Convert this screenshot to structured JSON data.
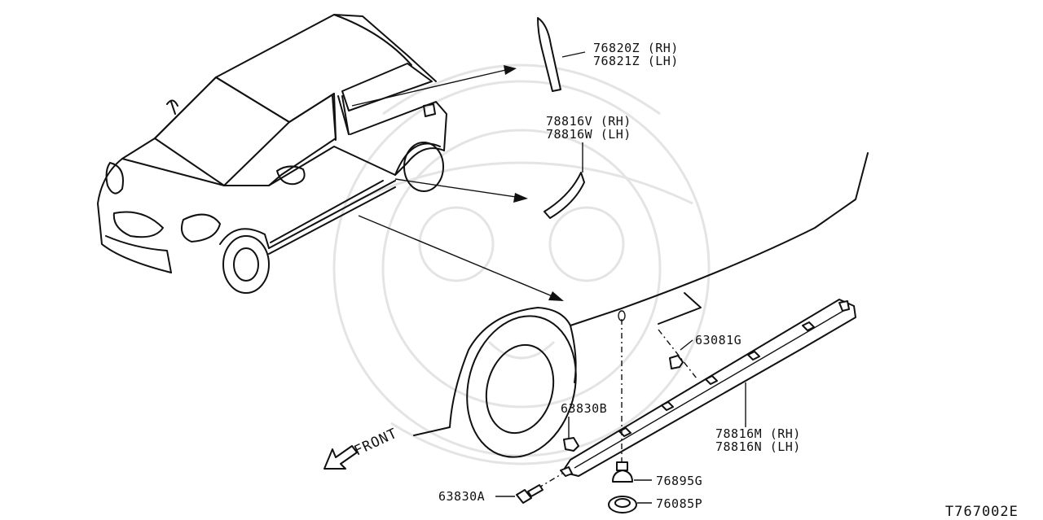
{
  "diagram_code": "T767002E",
  "front_label": "FRONT",
  "parts": {
    "pillar_finisher": {
      "rh": "76820Z (RH)",
      "lh": "76821Z (LH)"
    },
    "wheel_arch_molding": {
      "rh": "78816V (RH)",
      "lh": "78816W (LH)"
    },
    "clip_63081g": "63081G",
    "clip_63830b": "63830B",
    "side_sill_molding": {
      "rh": "78816M (RH)",
      "lh": "78816N (LH)"
    },
    "plug_76895g": "76895G",
    "screw_63830a": "63830A",
    "grommet_76085p": "76085P"
  }
}
